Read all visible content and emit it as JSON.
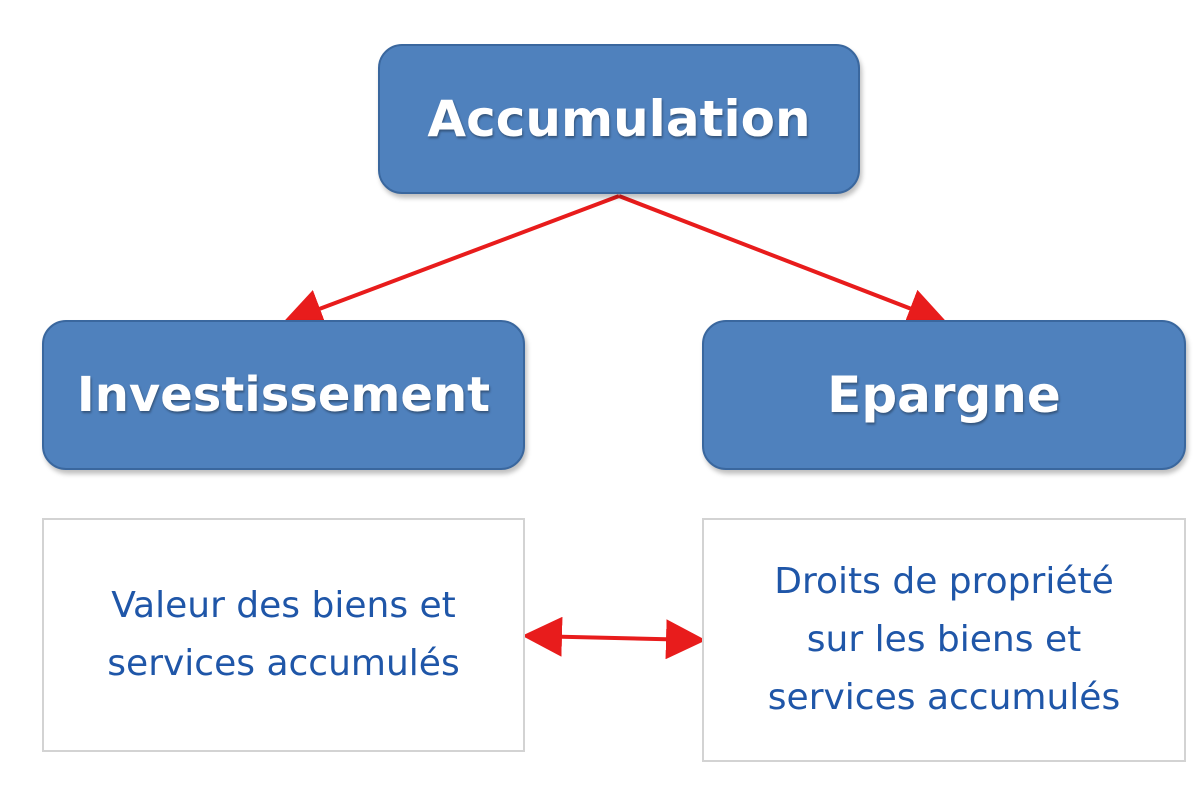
{
  "diagram": {
    "top_node": {
      "label": "Accumulation"
    },
    "left_node": {
      "label": "Investissement"
    },
    "right_node": {
      "label": "Epargne"
    },
    "left_description": {
      "lines": [
        "Valeur des biens et",
        "services accumulés"
      ]
    },
    "right_description": {
      "lines": [
        "Droits de propriété",
        "sur les biens et",
        "services accumulés"
      ]
    },
    "colors": {
      "node_fill": "#4f81bd",
      "node_text": "#ffffff",
      "description_text": "#1f56a8",
      "arrow": "#e81c1c"
    }
  }
}
